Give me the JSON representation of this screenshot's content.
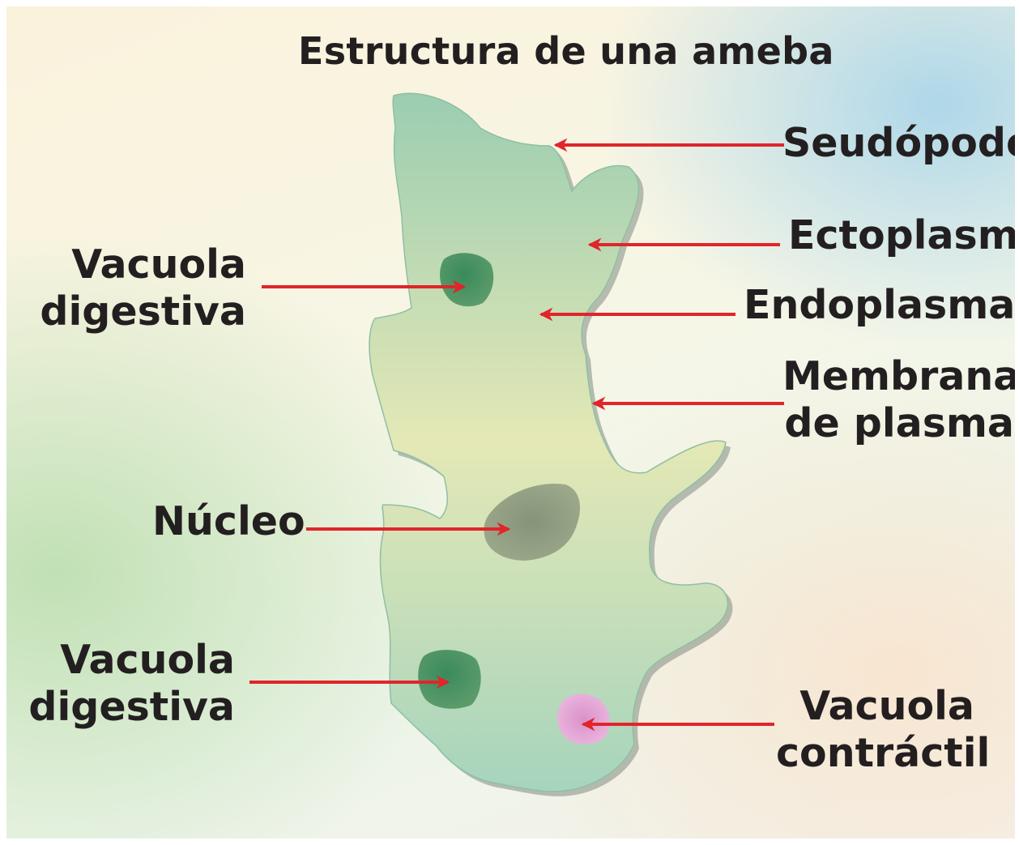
{
  "title": "Estructura de una ameba",
  "labels": {
    "seudopodo": "Seudópodo",
    "ectoplasma": "Ectoplasma",
    "endoplasma": "Endoplasma",
    "membrana": [
      "Membrana",
      "de plasma"
    ],
    "vacuola_digestiva_top": [
      "Vacuola",
      "digestiva"
    ],
    "nucleo": "Núcleo",
    "vacuola_digestiva_bottom": [
      "Vacuola",
      "digestiva"
    ],
    "vacuola_contractil": [
      "Vacuola",
      "contráctil"
    ]
  },
  "colors": {
    "arrow": "#e0252b",
    "text": "#231f20",
    "cell_top": "#9ccfb3",
    "cell_middle": "#e6e9b8",
    "cell_bottom": "#a9d6be",
    "digestive_vacuole": "#3f8f62",
    "nucleus": "#8d9a7c",
    "contractile_vacuole": "#e6a8d8"
  }
}
